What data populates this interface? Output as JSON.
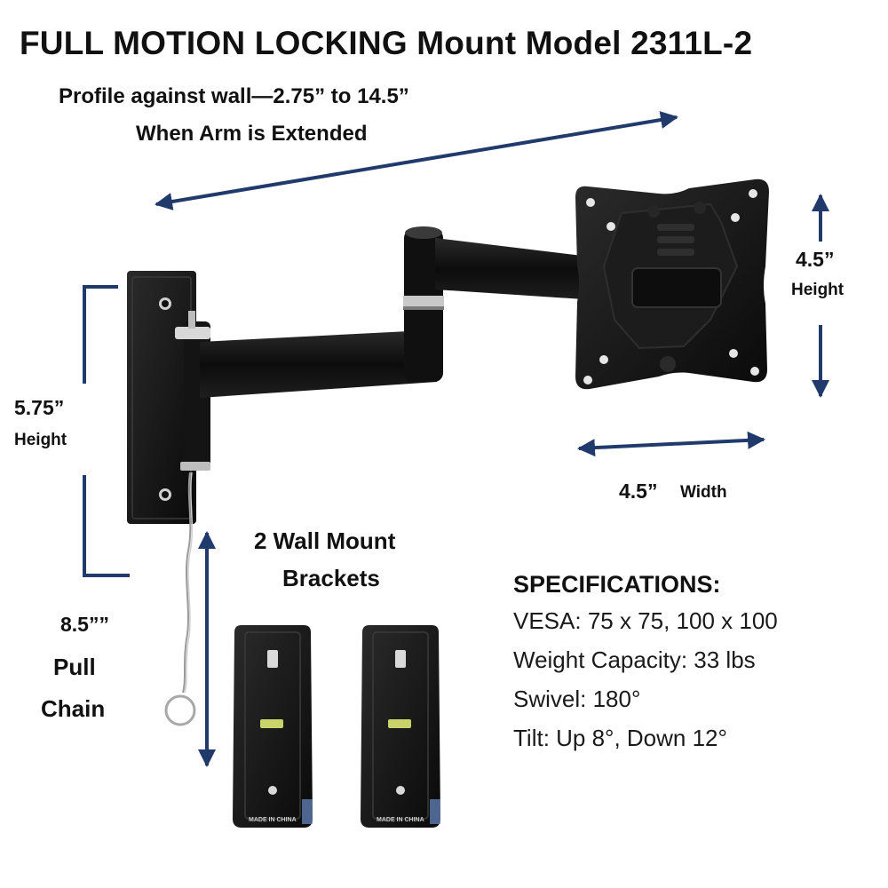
{
  "title": "FULL MOTION LOCKING Mount Model 2311L-2",
  "profile": {
    "line1": "Profile against wall—2.75” to 14.5”",
    "line2": "When Arm is Extended"
  },
  "plate_dimensions": {
    "height_value": "4.5”",
    "height_label": "Height",
    "width_value": "4.5”",
    "width_label": "Width"
  },
  "wall_plate": {
    "height_value": "5.75”",
    "height_label": "Height"
  },
  "chain": {
    "length_value": "8.5””",
    "label_line1": "Pull",
    "label_line2": "Chain"
  },
  "brackets": {
    "label_line1": "2 Wall Mount",
    "label_line2": "Brackets",
    "stamp": "MADE IN CHINA"
  },
  "specifications": {
    "heading": "SPECIFICATIONS:",
    "items": [
      "VESA: 75 x 75, 100 x 100",
      "Weight Capacity: 33 lbs",
      "Swivel: 180°",
      "Tilt: Up 8°, Down 12°"
    ]
  },
  "colors": {
    "arrow": "#1f3a6b",
    "product": "#111111",
    "text": "#111111"
  }
}
